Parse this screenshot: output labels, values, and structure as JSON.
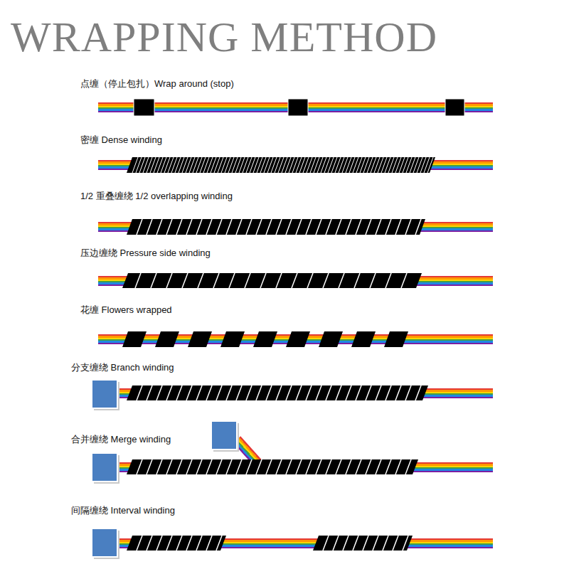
{
  "diagram": {
    "title": "WRAPPING METHOD",
    "labels": [
      "点缠（停止包扎）Wrap around (stop)",
      "密缠 Dense winding",
      "1/2 重叠缠绕 1/2 overlapping winding",
      "压边缠绕 Pressure side winding",
      "花缠 Flowers wrapped",
      "分支缠绕 Branch winding",
      "合并缠绕 Merge winding",
      "间隔缠绕 Interval winding"
    ]
  }
}
